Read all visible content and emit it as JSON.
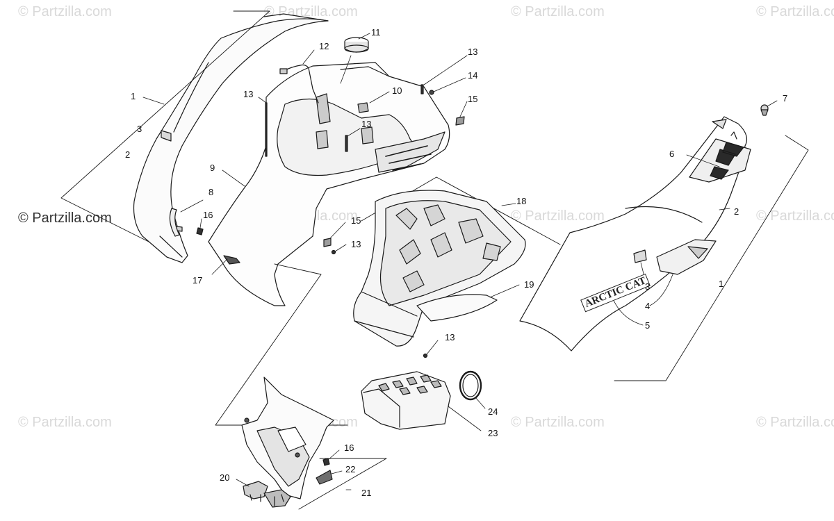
{
  "watermarks": {
    "text": "© Partzilla.com",
    "prominent_text": "© Partzilla.com"
  },
  "decal_text": "ARCTIC CAT",
  "callouts": {
    "c1a": "1",
    "c1b": "1",
    "c2a": "2",
    "c2b": "2",
    "c3a": "3",
    "c3b": "3",
    "c4": "4",
    "c5": "5",
    "c6": "6",
    "c7": "7",
    "c8": "8",
    "c9": "9",
    "c10": "10",
    "c11": "11",
    "c12": "12",
    "c13a": "13",
    "c13b": "13",
    "c13c": "13",
    "c13d": "13",
    "c13e": "13",
    "c14": "14",
    "c15a": "15",
    "c15b": "15",
    "c16a": "16",
    "c16b": "16",
    "c17": "17",
    "c18": "18",
    "c19": "19",
    "c20": "20",
    "c21": "21",
    "c22": "22",
    "c23": "23",
    "c24": "24"
  }
}
